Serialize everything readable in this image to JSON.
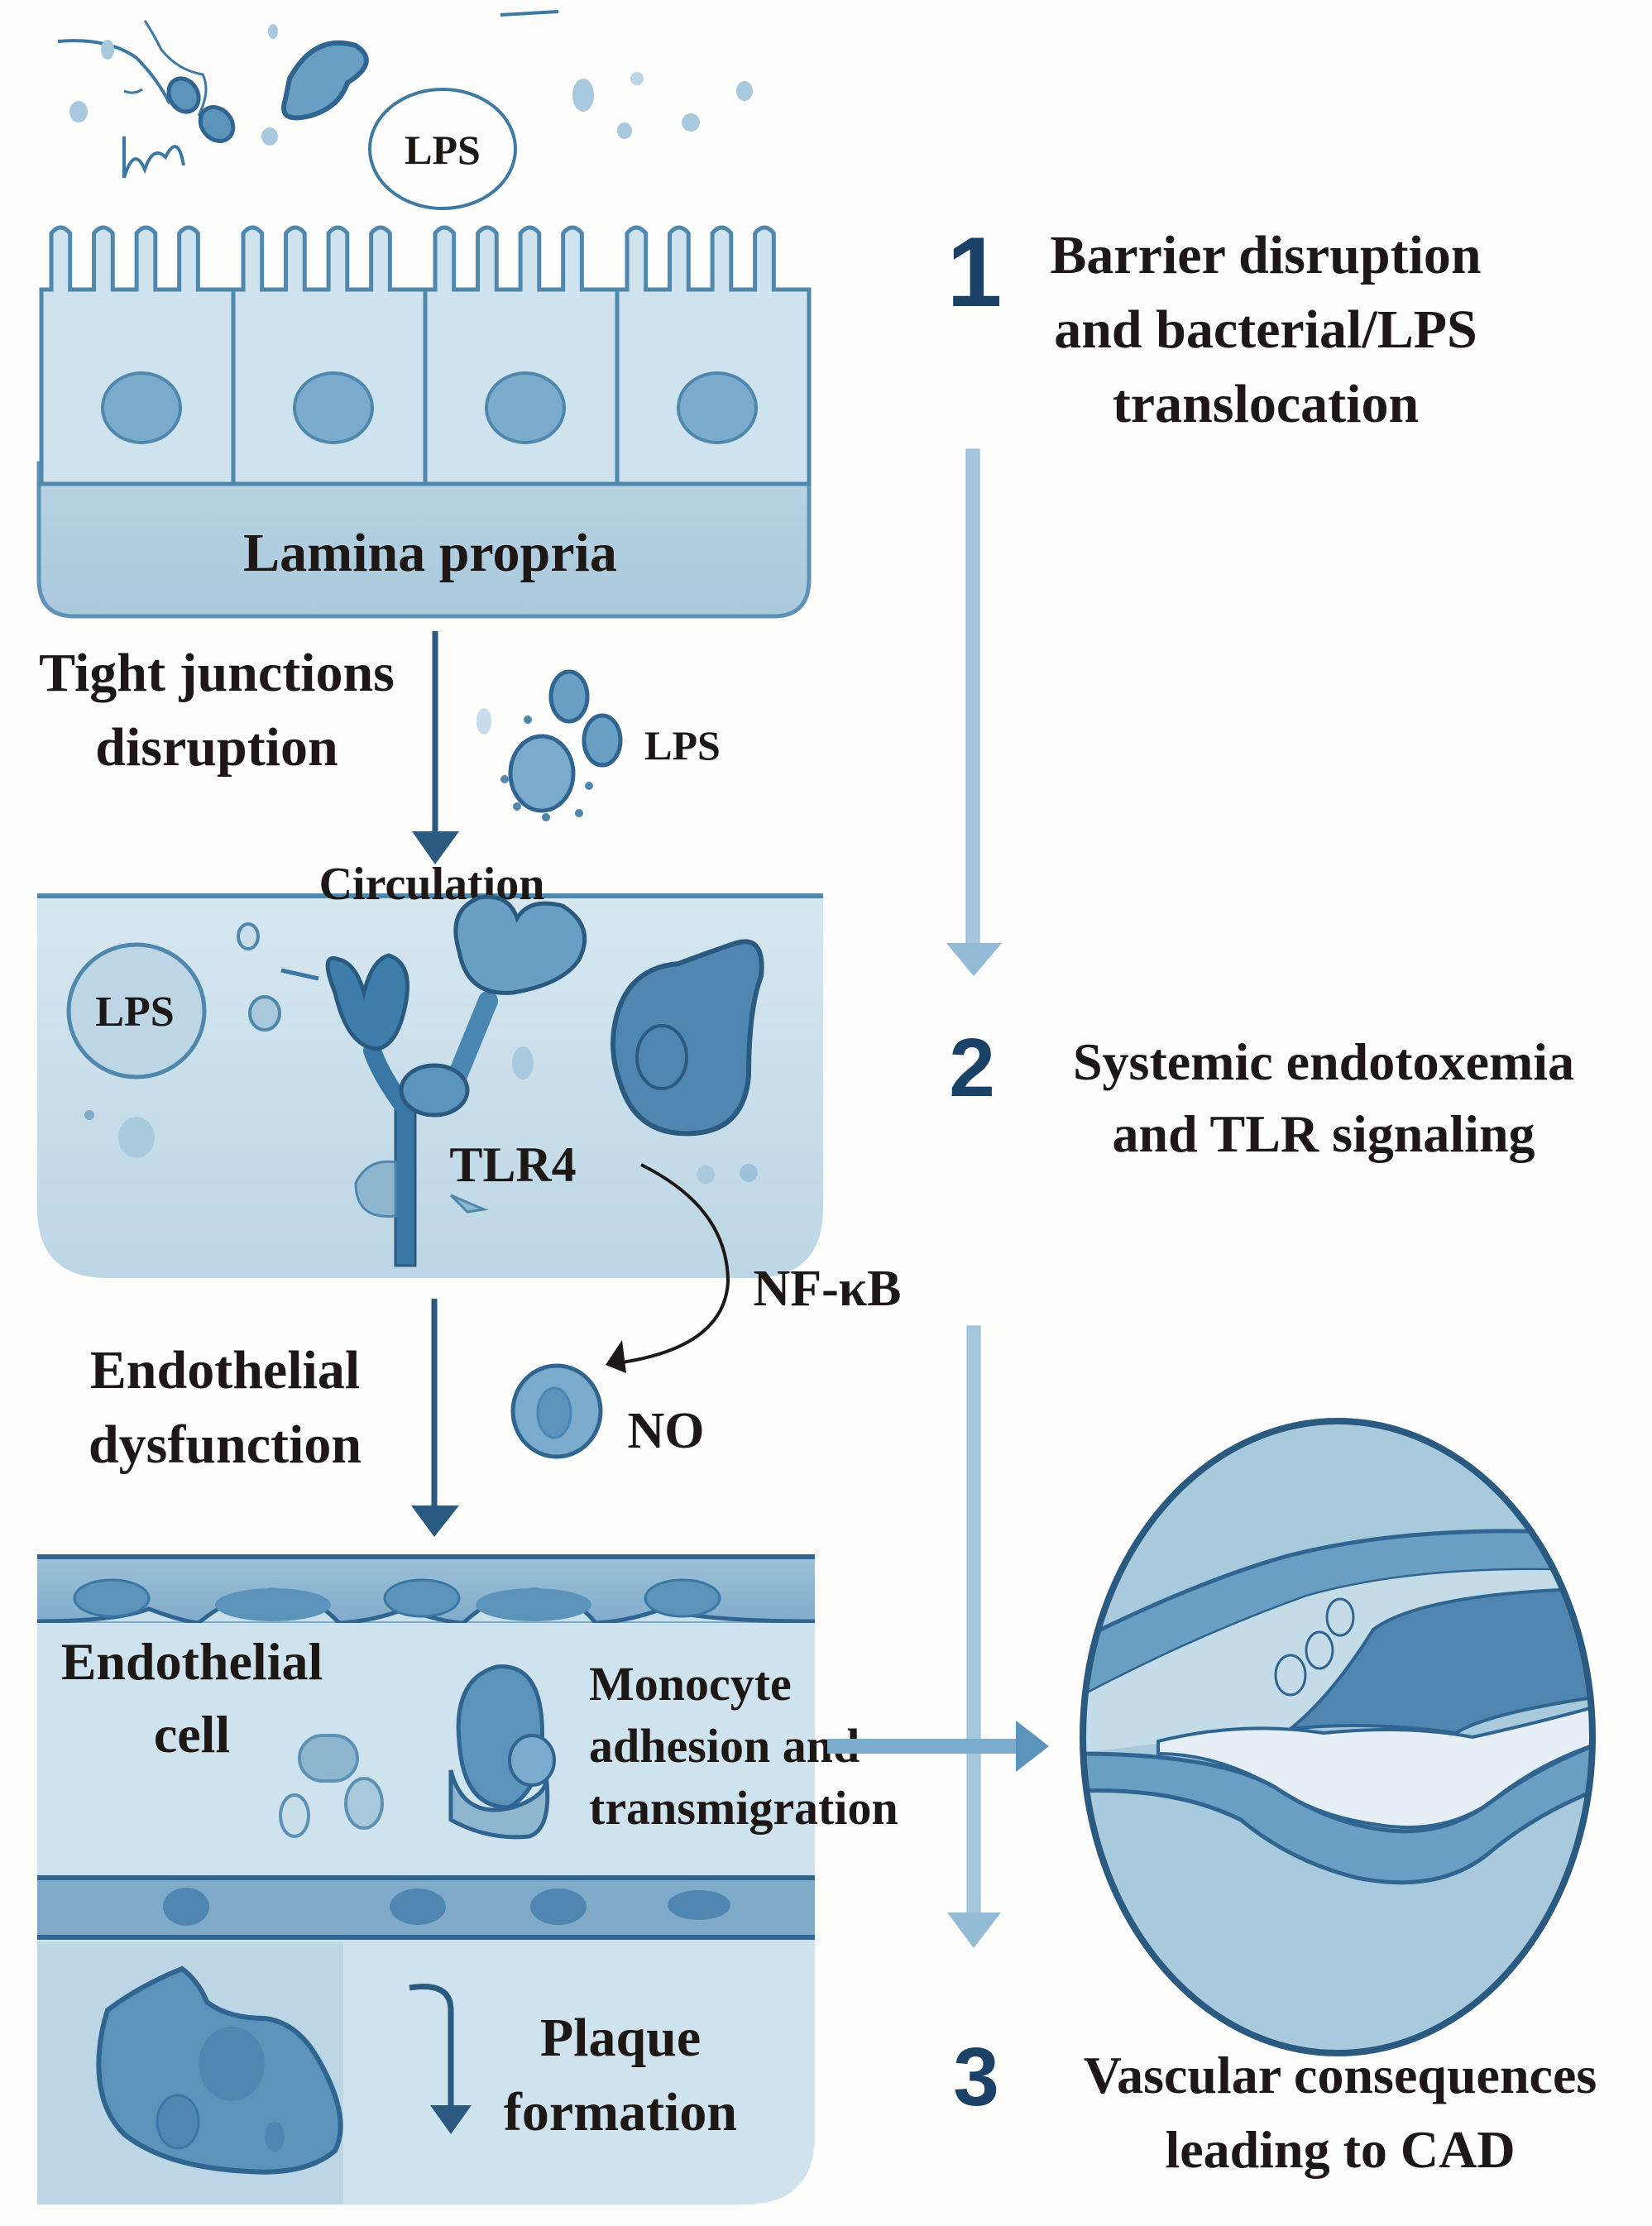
{
  "figure": {
    "panel_top": {
      "lps_bubble": "LPS",
      "region_label": "Lamina propria"
    },
    "transition_1": {
      "label_line1": "Tight junctions",
      "label_line2": "disruption",
      "lps_label": "LPS",
      "destination_label": "Circulation"
    },
    "panel_circulation": {
      "lps_bubble": "LPS",
      "receptor_label": "TLR4",
      "pathway_label": "NF-κB"
    },
    "transition_2": {
      "label_line1": "Endothelial",
      "label_line2": "dysfunction",
      "molecule_label": "NO"
    },
    "panel_vessel": {
      "cell_label_line1": "Endothelial",
      "cell_label_line2": "cell",
      "process_line1": "Monocyte",
      "process_line2": "adhesion and",
      "process_line3": "transmigration",
      "plaque_line1": "Plaque",
      "plaque_line2": "formation"
    },
    "steps": [
      {
        "number": "1",
        "lines": [
          "Barrier disruption",
          "and bacterial/LPS",
          "translocation"
        ]
      },
      {
        "number": "2",
        "lines": [
          "Systemic endotoxemia",
          "and TLR signaling"
        ]
      },
      {
        "number": "3",
        "lines": [
          "Vascular consequences",
          "leading to CAD"
        ]
      }
    ],
    "colors": {
      "panel_fill": "#c9dfea",
      "panel_stroke": "#4f87ad",
      "cell_fill": "#8fb6cf",
      "dark_blue": "#2f6590",
      "arrow_light": "#9cc0d8",
      "arrow_dark": "#2b5a80",
      "step_number": "#1b4266",
      "text": "#1d1715"
    }
  }
}
